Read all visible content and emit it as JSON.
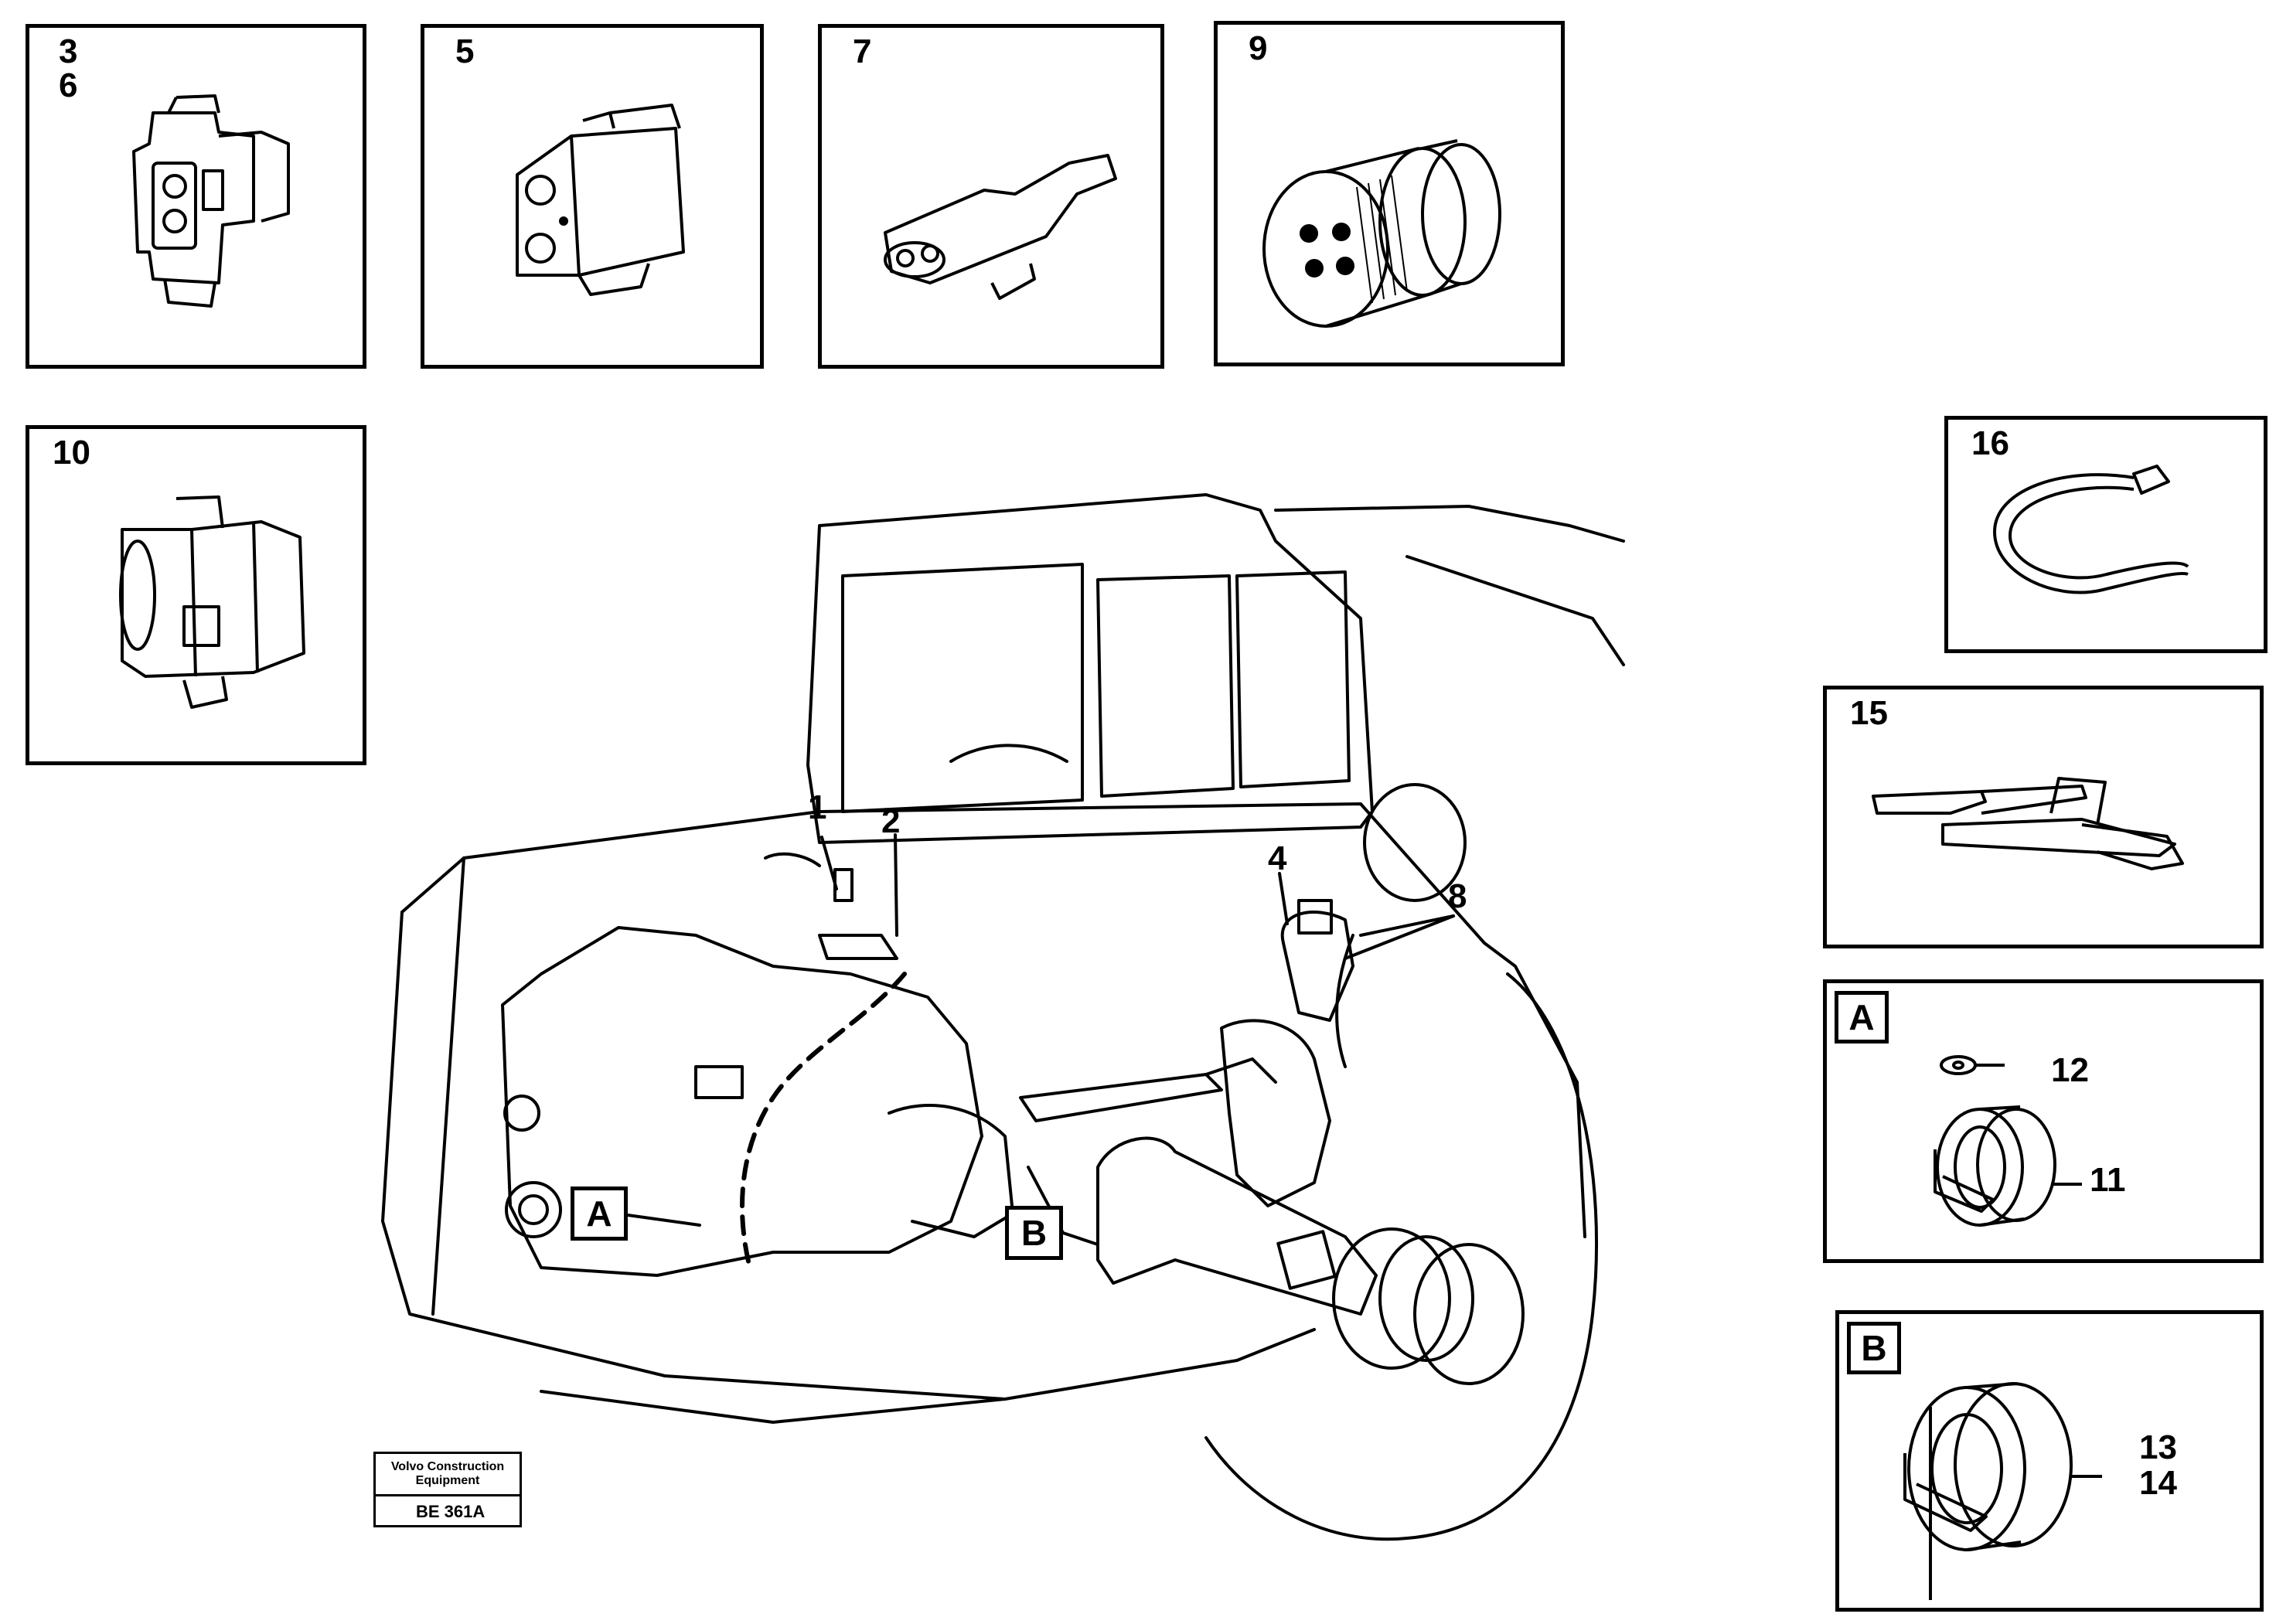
{
  "detail_boxes": [
    {
      "id": "box-3-6",
      "labels": [
        "3",
        "6"
      ],
      "icon": "connector-housing-icon"
    },
    {
      "id": "box-5",
      "labels": [
        "5"
      ],
      "icon": "connector-two-pin-icon"
    },
    {
      "id": "box-7",
      "labels": [
        "7"
      ],
      "icon": "cable-plug-icon"
    },
    {
      "id": "box-9",
      "labels": [
        "9"
      ],
      "icon": "round-connector-icon"
    },
    {
      "id": "box-10",
      "labels": [
        "10"
      ],
      "icon": "connector-block-icon"
    },
    {
      "id": "box-16",
      "labels": [
        "16"
      ],
      "icon": "cable-tie-icon"
    },
    {
      "id": "box-15",
      "labels": [
        "15"
      ],
      "icon": "strap-clip-icon"
    }
  ],
  "view_boxes": [
    {
      "id": "view-A",
      "letter": "A",
      "callouts": [
        "12",
        "11"
      ],
      "icon": "grommet-washer-icon"
    },
    {
      "id": "view-B",
      "letter": "B",
      "callouts": [
        "13",
        "14"
      ],
      "icon": "grommet-large-icon"
    }
  ],
  "main_callouts": {
    "c1": "1",
    "c2": "2",
    "c4": "4",
    "c8": "8",
    "viewA": "A",
    "viewB": "B"
  },
  "stamp": {
    "line1": "Volvo Construction",
    "line2": "Equipment",
    "code": "BE 361A"
  }
}
